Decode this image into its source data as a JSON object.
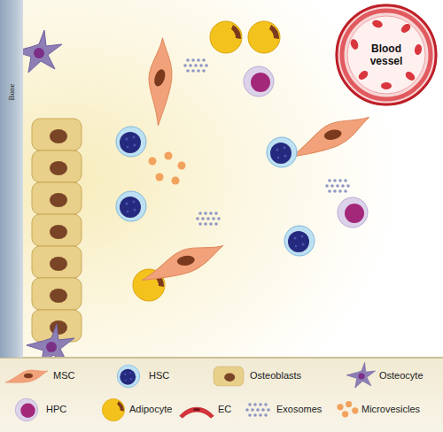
{
  "diagram": {
    "nodes": [
      {
        "text": [
          "Bone"
        ]
      },
      {
        "text": [
          "Blood vessel"
        ]
      }
    ],
    "legend": [
      {
        "text": "MSC"
      },
      {
        "text": "HSC"
      },
      {
        "text": "Osteoblasts"
      },
      {
        "text": "Osteocyte"
      },
      {
        "text": "HPC"
      },
      {
        "text": "Adipocyte"
      },
      {
        "text": "EC"
      },
      {
        "text": "Exosomes"
      },
      {
        "text": "Microvesicles"
      }
    ]
  }
}
